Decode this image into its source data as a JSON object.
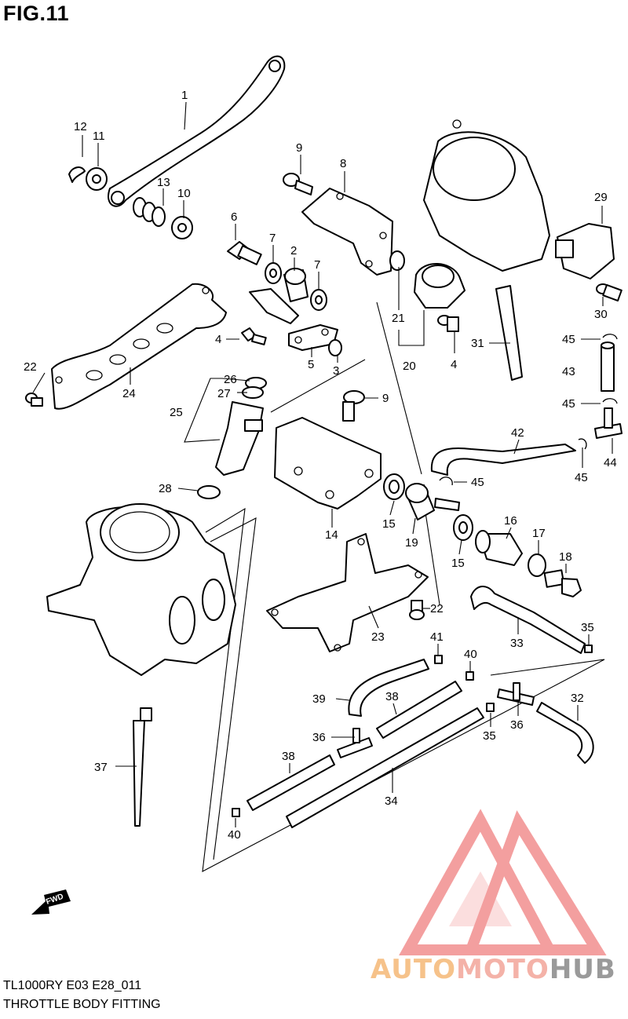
{
  "figure": {
    "title": "FIG.11",
    "model_code": "TL1000RY E03 E28_011",
    "caption": "THROTTLE BODY FITTING",
    "fwd_label": "FWD"
  },
  "part_labels": {
    "p1": "1",
    "p2": "2",
    "p3": "3",
    "p4a": "4",
    "p4b": "4",
    "p5": "5",
    "p6": "6",
    "p7a": "7",
    "p7b": "7",
    "p8": "8",
    "p9a": "9",
    "p9b": "9",
    "p10": "10",
    "p11": "11",
    "p12": "12",
    "p13": "13",
    "p14": "14",
    "p15a": "15",
    "p15b": "15",
    "p16": "16",
    "p17": "17",
    "p18": "18",
    "p19": "19",
    "p20": "20",
    "p21": "21",
    "p22a": "22",
    "p22b": "22",
    "p23": "23",
    "p24": "24",
    "p25": "25",
    "p26": "26",
    "p27": "27",
    "p28": "28",
    "p29": "29",
    "p30": "30",
    "p31": "31",
    "p32": "32",
    "p33": "33",
    "p34": "34",
    "p35a": "35",
    "p35b": "35",
    "p36a": "36",
    "p36b": "36",
    "p37": "37",
    "p38a": "38",
    "p38b": "38",
    "p39": "39",
    "p40a": "40",
    "p40b": "40",
    "p41": "41",
    "p42": "42",
    "p43": "43",
    "p44": "44",
    "p45a": "45",
    "p45b": "45",
    "p45c": "45",
    "p45d": "45"
  },
  "watermark": {
    "part1": "AUTO",
    "part2": "MOTO",
    "part3": "HUB",
    "color_logo": "#f08080",
    "color_orange": "#f6c28a",
    "color_grey": "#9a9a9a"
  }
}
